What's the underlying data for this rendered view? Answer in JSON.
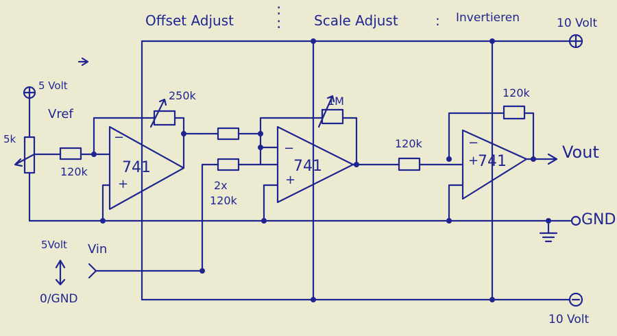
{
  "sections": {
    "offset": "Offset Adjust",
    "scale": "Scale Adjust",
    "invert": "Invertieren",
    "separator": ":"
  },
  "supply": {
    "positive": "10 Volt",
    "negative": "10 Volt",
    "ref": "5 Volt",
    "gnd": "GND"
  },
  "components": {
    "pot_ref": "5k",
    "vref": "Vref",
    "r_in1": "120k",
    "pot_offset": "250k",
    "opamp1": "741",
    "r_pair": "2x",
    "r_pair_value": "120k",
    "pot_scale": "1M",
    "opamp2": "741",
    "r_in3": "120k",
    "r_fb3": "120k",
    "opamp3": "741",
    "vout": "Vout"
  },
  "input": {
    "label": "Vin",
    "high": "5Volt",
    "low": "0/GND"
  }
}
